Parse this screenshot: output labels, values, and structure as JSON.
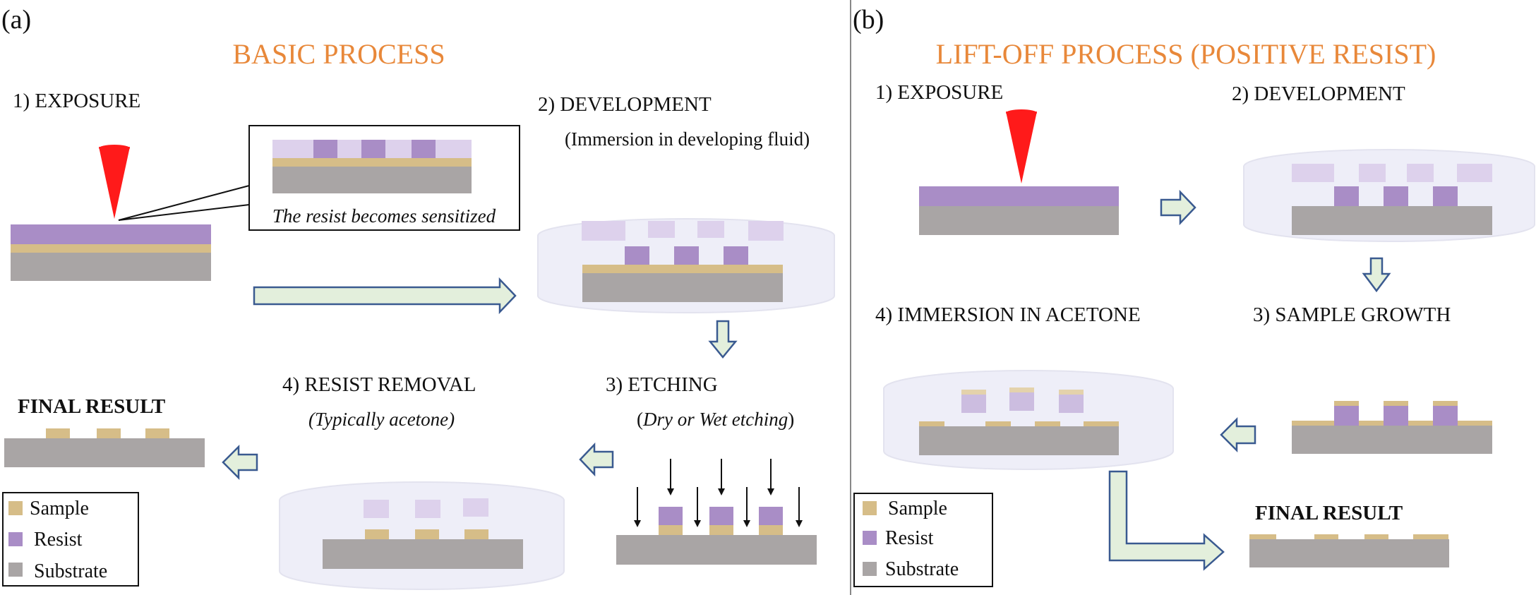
{
  "panel_a": {
    "label": "(a)",
    "title": "BASIC PROCESS",
    "step1": "1) EXPOSURE",
    "inset_caption": "The resist becomes sensitized",
    "step2": "2) DEVELOPMENT",
    "step2_note": "(Immersion in developing fluid)",
    "step3": "3) ETCHING",
    "step3_note_open": "(",
    "step3_note_italic": "Dry or Wet etching",
    "step3_note_close": ")",
    "step4": "4) RESIST REMOVAL",
    "step4_note": "(Typically acetone)",
    "final": "FINAL RESULT",
    "legend": [
      "Sample",
      "Resist",
      "Substrate"
    ]
  },
  "panel_b": {
    "label": "(b)",
    "title": "LIFT-OFF PROCESS (POSITIVE RESIST)",
    "step1": "1) EXPOSURE",
    "step2": "2) DEVELOPMENT",
    "step3": "3) SAMPLE GROWTH",
    "step4": "4) IMMERSION IN ACETONE",
    "final": "FINAL RESULT",
    "legend": [
      "Sample",
      "Resist",
      "Substrate"
    ]
  },
  "colors": {
    "sample": "#d6bd88",
    "resist": "#a98dc6",
    "resist_exposed": "#ddd1ec",
    "substrate": "#a9a5a5",
    "title": "#e8883a",
    "beam": "#ff1a1a",
    "bath": "#eeeef8",
    "arrow_fill": "#e3efdc",
    "arrow_stroke": "#3a5a90"
  }
}
